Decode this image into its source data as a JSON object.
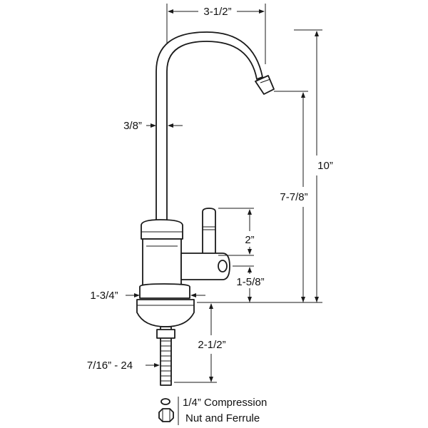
{
  "dimensions": {
    "spout_reach": "3-1/2”",
    "total_height": "10”",
    "spout_height": "7-7/8”",
    "tube_diameter": "3/8”",
    "handle_height": "2”",
    "handle_offset": "1-5/8”",
    "base_diameter": "1-3/4”",
    "shank_length": "2-1/2”",
    "thread_size": "7/16” - 24"
  },
  "callouts": {
    "compression_line1": "1/4” Compression",
    "compression_line2": "Nut and Ferrule"
  }
}
